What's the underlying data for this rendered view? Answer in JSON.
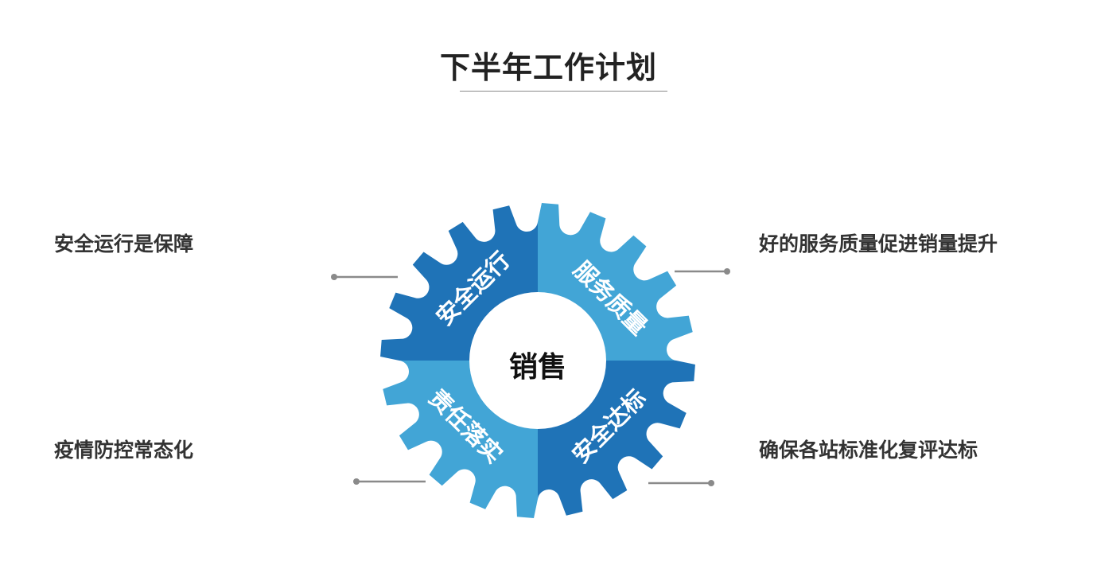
{
  "title": "下半年工作计划",
  "center_label": "销售",
  "gear_segments": [
    {
      "label": "安全运行",
      "color": "#1f73b7"
    },
    {
      "label": "服务质量",
      "color": "#42a5d6"
    },
    {
      "label": "安全达标",
      "color": "#1f73b7"
    },
    {
      "label": "责任落实",
      "color": "#42a5d6"
    }
  ],
  "side_notes": {
    "top_left": "安全运行是保障",
    "bottom_left": "疫情防控常态化",
    "top_right": "好的服务质量促进销量提升",
    "bottom_right": "确保各站标准化复评达标"
  },
  "colors": {
    "dark_blue": "#1f73b7",
    "light_blue": "#42a5d6",
    "connector": "#8a8a8a"
  }
}
